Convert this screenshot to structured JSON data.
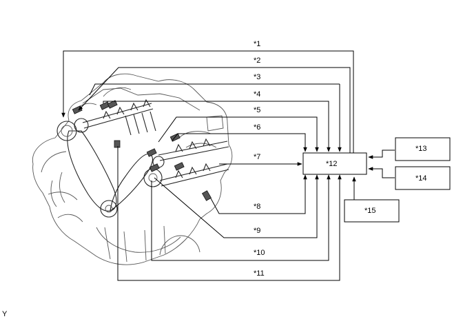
{
  "callouts": [
    "*1",
    "*2",
    "*3",
    "*4",
    "*5",
    "*6",
    "*7",
    "*8",
    "*9",
    "*10",
    "*11"
  ],
  "ecu_label": "*12",
  "inputs": [
    "*13",
    "*14",
    "*15"
  ],
  "corner_mark": "Y"
}
